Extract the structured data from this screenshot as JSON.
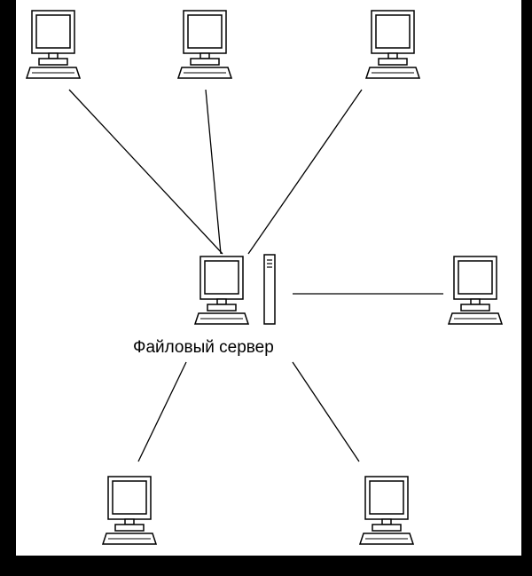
{
  "diagram": {
    "server": {
      "label": "Файловый сервер",
      "icon": "computer-icon",
      "tower_icon": "server-tower-icon"
    },
    "workstations": [
      {
        "id": "ws-top-left",
        "icon": "computer-icon"
      },
      {
        "id": "ws-top-center",
        "icon": "computer-icon"
      },
      {
        "id": "ws-top-right",
        "icon": "computer-icon"
      },
      {
        "id": "ws-right",
        "icon": "computer-icon"
      },
      {
        "id": "ws-bottom-left",
        "icon": "computer-icon"
      },
      {
        "id": "ws-bottom-right",
        "icon": "computer-icon"
      }
    ],
    "colors": {
      "background": "#000000",
      "panel": "#ffffff",
      "stroke": "#000000"
    }
  }
}
